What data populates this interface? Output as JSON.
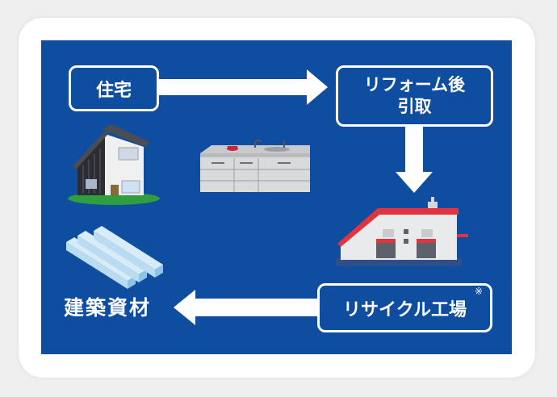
{
  "nodes": {
    "house_label": "住宅",
    "after_reform_line1": "リフォーム後",
    "after_reform_line2": "引取",
    "factory_label": "リサイクル工場",
    "factory_note_mark": "※",
    "materials_label": "建築資材"
  },
  "icons": {
    "house": "house-icon",
    "kitchen": "kitchen-counter-icon",
    "factory": "factory-icon",
    "materials": "lumber-boards-icon"
  },
  "colors": {
    "panel": "#0e4da0",
    "arrow": "#ffffff",
    "roof_red": "#e2333f"
  }
}
